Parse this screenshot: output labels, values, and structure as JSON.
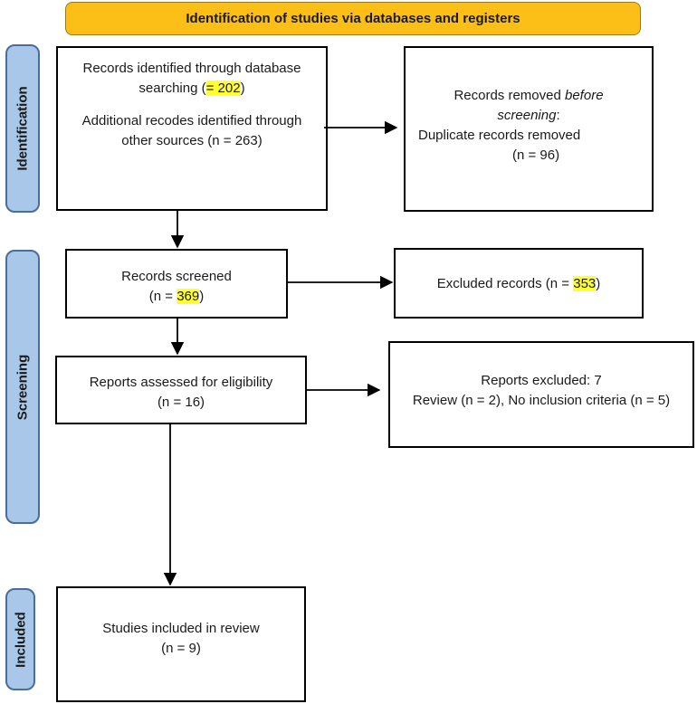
{
  "header": {
    "title": "Identification of studies via databases and registers"
  },
  "phases": {
    "identification": "Identification",
    "screening": "Screening",
    "included": "Included"
  },
  "boxes": {
    "records_identified": {
      "line1": "Records identified through database",
      "line2_text": "searching (",
      "line2_highlight": "= 202",
      "line2_end": ")",
      "line3": "Additional recodes identified through",
      "line4": "other sources (n = 263)"
    },
    "records_removed": {
      "line1": "Records removed",
      "line1_italic": "before",
      "line2_italic": "screening",
      "line2_end": ":",
      "line3": "Duplicate records removed",
      "line4": "(n = 96)"
    },
    "records_screened": {
      "line1": "Records screened",
      "line2_text": "(n = ",
      "line2_highlight": "369",
      "line2_end": ")"
    },
    "excluded_records": {
      "line1_text": "Excluded records (n = ",
      "line1_highlight": "353",
      "line1_end": ")"
    },
    "reports_assessed": {
      "line1": "Reports assessed for eligibility",
      "line2": "(n = 16)"
    },
    "reports_excluded": {
      "line1": "Reports excluded: 7",
      "line2": "Review (n = 2), No inclusion criteria (n = 5)"
    },
    "studies_included": {
      "line1": "Studies included in review",
      "line2": "(n = 9)"
    }
  }
}
